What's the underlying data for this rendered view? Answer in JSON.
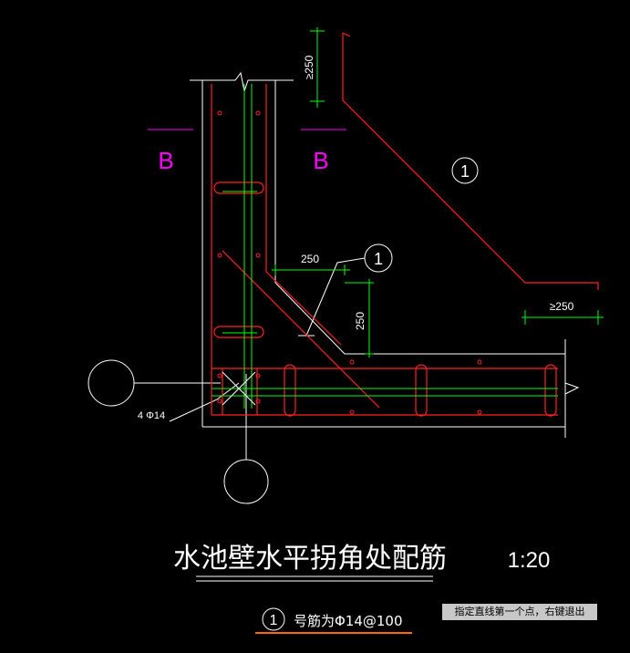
{
  "drawing": {
    "section_mark_left": "B",
    "section_mark_right": "B",
    "callout_top": "1",
    "callout_mid": "1",
    "dim_top": "≥250",
    "dim_right": "≥250",
    "dim_h": "250",
    "dim_v": "250",
    "bar_label": "4 Φ14",
    "title": "水池壁水平拐角处配筋",
    "scale": "1:20",
    "note_num": "1",
    "note_text": "号筋为Φ14@100"
  },
  "status": {
    "prompt": "指定直线第一个点，右键退出"
  },
  "colors": {
    "background": "#000000",
    "outline": "#ffffff",
    "rebar": "#ff2020",
    "dimension": "#00ff00",
    "section": "#ff00ff",
    "underline": "#ff6a00"
  }
}
